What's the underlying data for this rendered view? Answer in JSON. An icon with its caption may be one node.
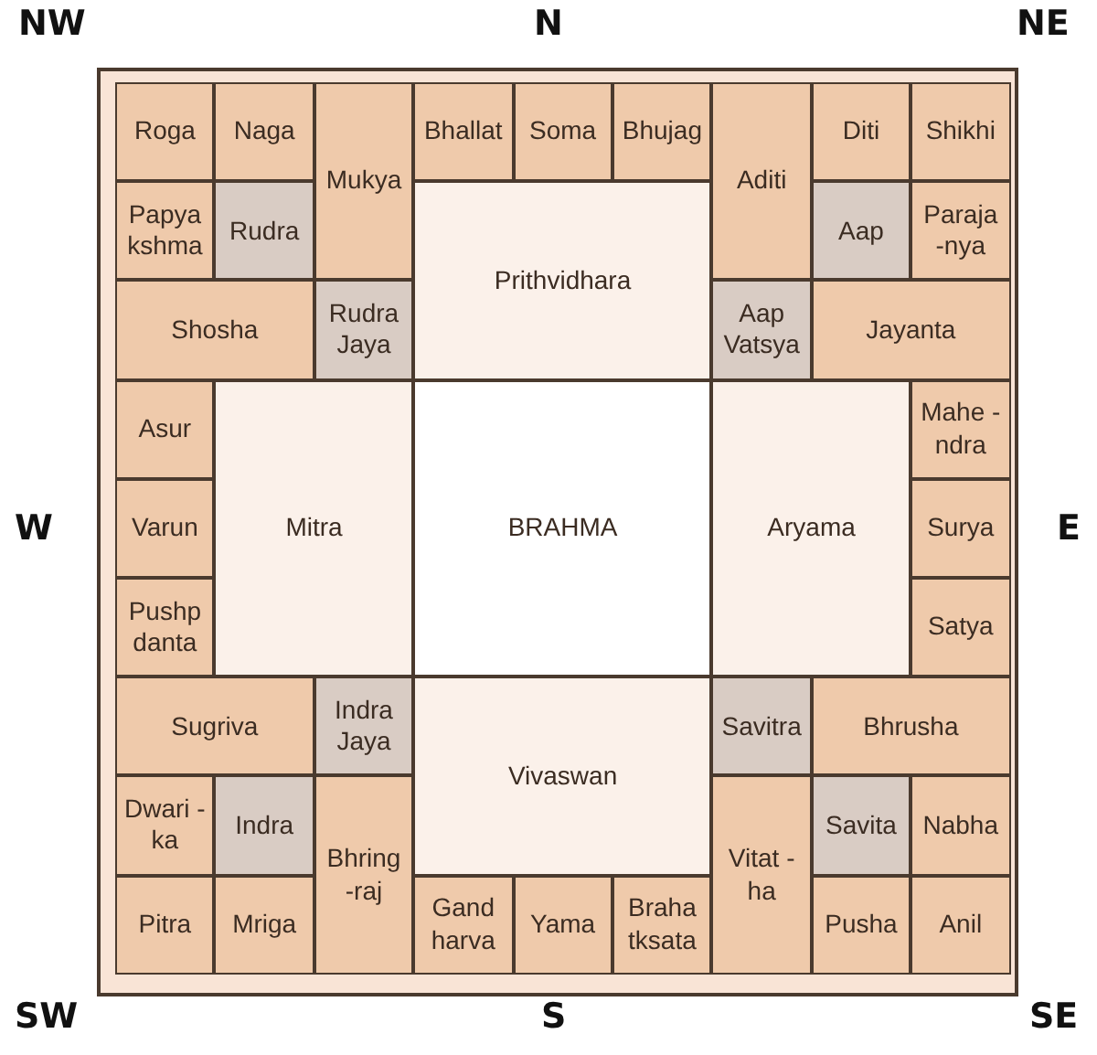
{
  "diagram": {
    "nodes": [
      {
        "text": [
          "Roga"
        ]
      },
      {
        "text": [
          "Naga"
        ]
      },
      {
        "text": [
          "Mukya"
        ]
      },
      {
        "text": [
          "Bhallat"
        ]
      },
      {
        "text": [
          "Soma"
        ]
      },
      {
        "text": [
          "Bhujag"
        ]
      },
      {
        "text": [
          "Aditi"
        ]
      },
      {
        "text": [
          "Diti"
        ]
      },
      {
        "text": [
          "Shikhi"
        ]
      },
      {
        "text": [
          "Papya kshma"
        ]
      },
      {
        "text": [
          "Rudra"
        ]
      },
      {
        "text": [
          "Prithvidhara"
        ]
      },
      {
        "text": [
          "Aap"
        ]
      },
      {
        "text": [
          "Paraja -nya"
        ]
      },
      {
        "text": [
          "Shosha"
        ]
      },
      {
        "text": [
          "Rudra Jaya"
        ]
      },
      {
        "text": [
          "Aap Vatsya"
        ]
      },
      {
        "text": [
          "Jayanta"
        ]
      },
      {
        "text": [
          "Asur"
        ]
      },
      {
        "text": [
          "Mitra"
        ]
      },
      {
        "text": [
          "BRAHMA"
        ]
      },
      {
        "text": [
          "Aryama"
        ]
      },
      {
        "text": [
          "Mahe -ndra"
        ]
      },
      {
        "text": [
          "Varun"
        ]
      },
      {
        "text": [
          "Surya"
        ]
      },
      {
        "text": [
          "Pushp danta"
        ]
      },
      {
        "text": [
          "Satya"
        ]
      },
      {
        "text": [
          "Sugriva"
        ]
      },
      {
        "text": [
          "Indra Jaya"
        ]
      },
      {
        "text": [
          "Vivaswan"
        ]
      },
      {
        "text": [
          "Savitra"
        ]
      },
      {
        "text": [
          "Bhrusha"
        ]
      },
      {
        "text": [
          "Dwari -ka"
        ]
      },
      {
        "text": [
          "Indra"
        ]
      },
      {
        "text": [
          "Bhring -raj"
        ]
      },
      {
        "text": [
          "Vitat -ha"
        ]
      },
      {
        "text": [
          "Savita"
        ]
      },
      {
        "text": [
          "Nabha"
        ]
      },
      {
        "text": [
          "Pitra"
        ]
      },
      {
        "text": [
          "Mriga"
        ]
      },
      {
        "text": [
          "Gand harva"
        ]
      },
      {
        "text": [
          "Yama"
        ]
      },
      {
        "text": [
          "Braha tksata"
        ]
      },
      {
        "text": [
          "Pusha"
        ]
      },
      {
        "text": [
          "Anil"
        ]
      }
    ],
    "edges": [],
    "labels": [
      "NW",
      "N",
      "NE",
      "W",
      "E",
      "SW",
      "S",
      "SE"
    ]
  }
}
